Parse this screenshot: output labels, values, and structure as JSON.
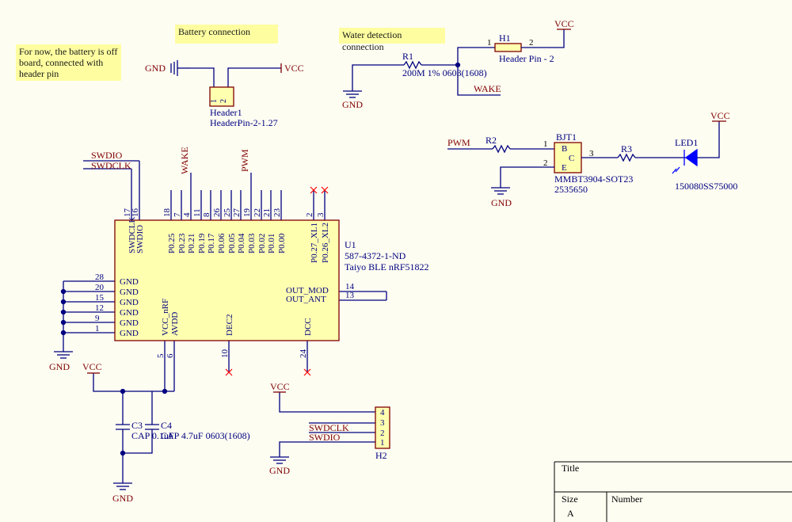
{
  "notes": {
    "battery_title": "Battery connection",
    "water_title": "Water detection connection",
    "battery_comment": [
      "For now, the battery is off",
      "board, connected with",
      "header pin"
    ]
  },
  "nets": {
    "gnd": "GND",
    "vcc": "VCC",
    "wake": "WAKE",
    "pwm": "PWM",
    "swdio": "SWDIO",
    "swdclk": "SWDCLK"
  },
  "header1": {
    "designator": "Header1",
    "value": "HeaderPin-2-1.27",
    "pins": [
      "1",
      "2"
    ]
  },
  "h1": {
    "designator": "H1",
    "value": "Header Pin - 2",
    "pins": [
      "1",
      "2"
    ]
  },
  "r1": {
    "designator": "R1",
    "value": "200M 1% 0603(1608)"
  },
  "r2": {
    "designator": "R2"
  },
  "r3": {
    "designator": "R3"
  },
  "bjt1": {
    "designator": "BJT1",
    "value": "MMBT3904-SOT23",
    "part": "2535650",
    "pins": [
      "1",
      "2",
      "3"
    ],
    "b": "B",
    "c": "C",
    "e": "E"
  },
  "led1": {
    "designator": "LED1",
    "value": "150080SS75000"
  },
  "u1": {
    "designator": "U1",
    "value": "587-4372-1-ND",
    "name": "Taiyo BLE nRF51822",
    "top_pins": [
      {
        "num": "17",
        "label": "SWDCLK"
      },
      {
        "num": "16",
        "label": "SWDIO"
      },
      {
        "num": "18",
        "label": "P0.25"
      },
      {
        "num": "7",
        "label": "P0.23"
      },
      {
        "num": "4",
        "label": "P0.21"
      },
      {
        "num": "11",
        "label": "P0.19"
      },
      {
        "num": "8",
        "label": "P0.17"
      },
      {
        "num": "26",
        "label": "P0.06"
      },
      {
        "num": "25",
        "label": "P0.05"
      },
      {
        "num": "27",
        "label": "P0.04"
      },
      {
        "num": "19",
        "label": "P0.03"
      },
      {
        "num": "22",
        "label": "P0.02"
      },
      {
        "num": "21",
        "label": "P0.01"
      },
      {
        "num": "23",
        "label": "P0.00"
      },
      {
        "num": "2",
        "label": "P0.27_XL1"
      },
      {
        "num": "3",
        "label": "P0.26_XL2"
      }
    ],
    "left_pins": [
      {
        "num": "28",
        "label": "GND"
      },
      {
        "num": "20",
        "label": "GND"
      },
      {
        "num": "15",
        "label": "GND"
      },
      {
        "num": "12",
        "label": "GND"
      },
      {
        "num": "9",
        "label": "GND"
      },
      {
        "num": "1",
        "label": "GND"
      }
    ],
    "right_pins": [
      {
        "num": "14",
        "label": "OUT_MOD"
      },
      {
        "num": "13",
        "label": "OUT_ANT"
      }
    ],
    "bottom_pins": [
      {
        "num": "5",
        "label": "VCC_nRF"
      },
      {
        "num": "6",
        "label": "AVDD"
      },
      {
        "num": "10",
        "label": "DEC2"
      },
      {
        "num": "24",
        "label": "DCC"
      }
    ]
  },
  "c3": {
    "designator": "C3",
    "value": "CAP 0.1uF"
  },
  "c4": {
    "designator": "C4",
    "value": "CAP 4.7uF 0603(1608)"
  },
  "h2": {
    "designator": "H2",
    "pins": [
      "4",
      "3",
      "2",
      "1"
    ]
  },
  "title_block": {
    "title_label": "Title",
    "size_label": "Size",
    "number_label": "Number",
    "size_value": "A"
  },
  "colors": {
    "wire": "#000080",
    "net": "#800000",
    "body": "#ffffb0",
    "body_border": "#800000",
    "background": "#fdfdf2",
    "noconnect": "#ff0000",
    "led": "#0000ff"
  }
}
